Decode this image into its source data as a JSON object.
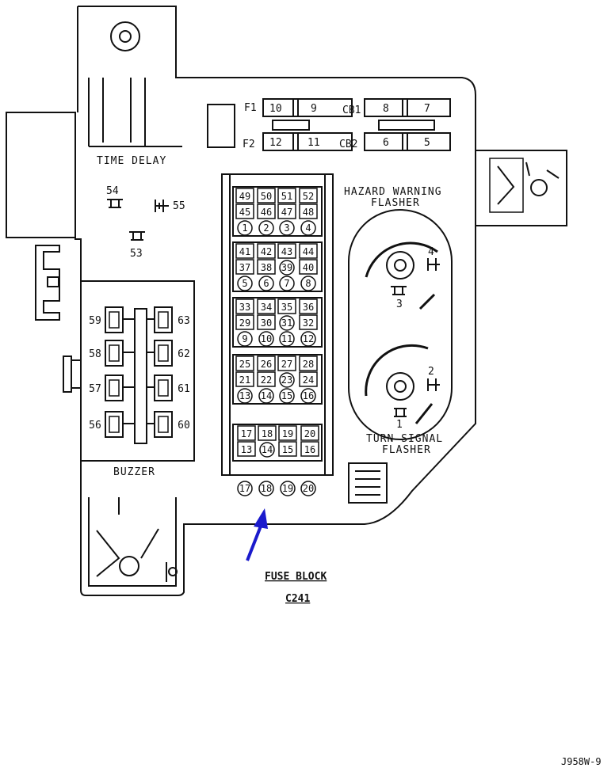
{
  "labels": {
    "time_delay": "TIME DELAY",
    "buzzer": "BUZZER",
    "hazard_line1": "HAZARD WARNING",
    "hazard_line2": "FLASHER",
    "turn_line1": "TURN SIGNAL",
    "turn_line2": "FLASHER",
    "fuse_block": "FUSE BLOCK",
    "connector": "C241",
    "figure_id": "J958W-9"
  },
  "fuses": {
    "f1_label": "F1",
    "f2_label": "F2",
    "cb1_label": "CB1",
    "cb2_label": "CB2",
    "f1_left": "10",
    "f1_right": "9",
    "f2_left": "12",
    "f2_right": "11",
    "cb1_left": "8",
    "cb1_right": "7",
    "cb2_left": "6",
    "cb2_right": "5"
  },
  "small_terminals": {
    "t54": "54",
    "t55": "55",
    "t53": "53"
  },
  "flasher_pins": {
    "h4": "4",
    "h3": "3",
    "t2": "2",
    "t1": "1"
  },
  "buzzer_pins": {
    "left": [
      "59",
      "58",
      "57",
      "56"
    ],
    "right": [
      "63",
      "62",
      "61",
      "60"
    ]
  },
  "connector_sections": [
    {
      "rows": [
        [
          "49",
          "50",
          "51",
          "52"
        ],
        [
          "45",
          "46",
          "47",
          "48"
        ]
      ],
      "circles": [
        "1",
        "2",
        "3",
        "4"
      ],
      "circled": []
    },
    {
      "rows": [
        [
          "41",
          "42",
          "43",
          "44"
        ],
        [
          "37",
          "38",
          "39",
          "40"
        ]
      ],
      "circles": [
        "5",
        "6",
        "7",
        "8"
      ],
      "circled": [
        "39"
      ]
    },
    {
      "rows": [
        [
          "33",
          "34",
          "35",
          "36"
        ],
        [
          "29",
          "30",
          "31",
          "32"
        ]
      ],
      "circles": [
        "9",
        "10",
        "11",
        "12"
      ],
      "circled": [
        "31"
      ]
    },
    {
      "rows": [
        [
          "25",
          "26",
          "27",
          "28"
        ],
        [
          "21",
          "22",
          "23",
          "24"
        ]
      ],
      "circles": [
        "13",
        "14",
        "15",
        "16"
      ],
      "circled": [
        "23"
      ]
    },
    {
      "rows": [
        [
          "",
          "17",
          "18",
          "19",
          "20"
        ],
        [
          "",
          "13",
          "14",
          "15",
          "16"
        ]
      ],
      "circles": [],
      "circled": [
        "14"
      ]
    }
  ],
  "bottom_circles": [
    "17",
    "18",
    "19",
    "20"
  ],
  "colors": {
    "line": "#111111",
    "arrow": "#1a1acc",
    "background": "#ffffff"
  }
}
